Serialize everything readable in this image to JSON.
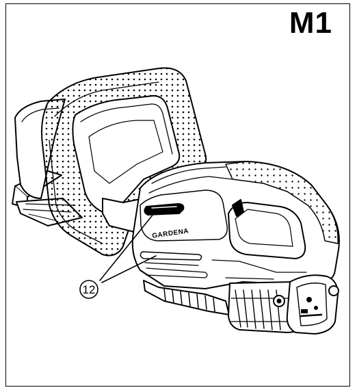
{
  "figure": {
    "panel_label": "M1",
    "callout": "12",
    "brand_text": "GARDENA",
    "line_color": "#000000",
    "background": "#ffffff"
  }
}
